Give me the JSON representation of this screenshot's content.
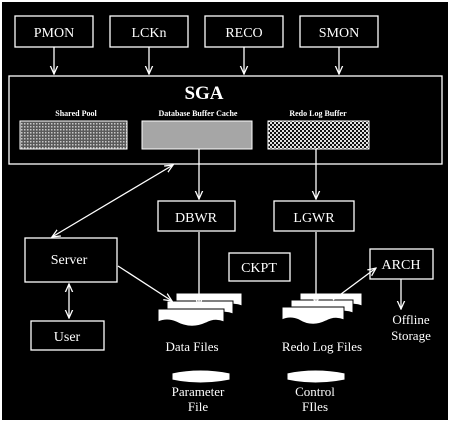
{
  "background": "#000000",
  "foreground": "#ffffff",
  "background_processes": [
    {
      "id": "pmon",
      "label": "PMON"
    },
    {
      "id": "lckn",
      "label": "LCKn"
    },
    {
      "id": "reco",
      "label": "RECO"
    },
    {
      "id": "smon",
      "label": "SMON"
    }
  ],
  "sga": {
    "title": "SGA",
    "shared_pool": "Shared Pool",
    "database_buffer_cache": "Database Buffer Cache",
    "redo_log_buffer": "Redo Log Buffer"
  },
  "processes": {
    "dbwr": "DBWR",
    "lgwr": "LGWR",
    "ckpt": "CKPT",
    "arch": "ARCH",
    "server": "Server",
    "user": "User"
  },
  "storage": {
    "data_files": "Data Files",
    "redo_log_files": "Redo Log Files",
    "offline_storage_line1": "Offline",
    "offline_storage_line2": "Storage",
    "parameter_file_line1": "Parameter",
    "parameter_file_line2": "File",
    "control_files_line1": "Control",
    "control_files_line2": "FIles"
  }
}
